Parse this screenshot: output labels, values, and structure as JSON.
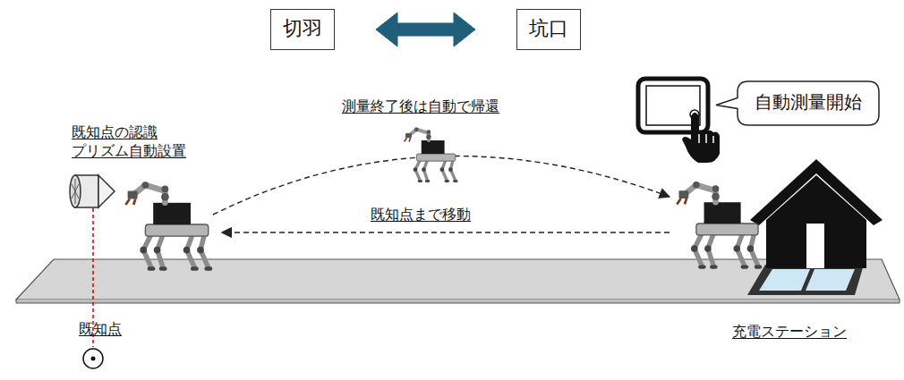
{
  "diagram": {
    "nodes": [
      {
        "text": [
          "切羽"
        ]
      },
      {
        "text": [
          "坑口"
        ]
      },
      {
        "text": [
          "自動測量開始"
        ]
      }
    ],
    "edges": [
      {
        "from": 0,
        "to": 1,
        "arrow": "both"
      }
    ],
    "labels": [
      "既知点の認識 プリズム自動設置",
      "測量終了後は自動で帰還",
      "既知点まで移動",
      "既知点",
      "充電ステーション"
    ]
  }
}
